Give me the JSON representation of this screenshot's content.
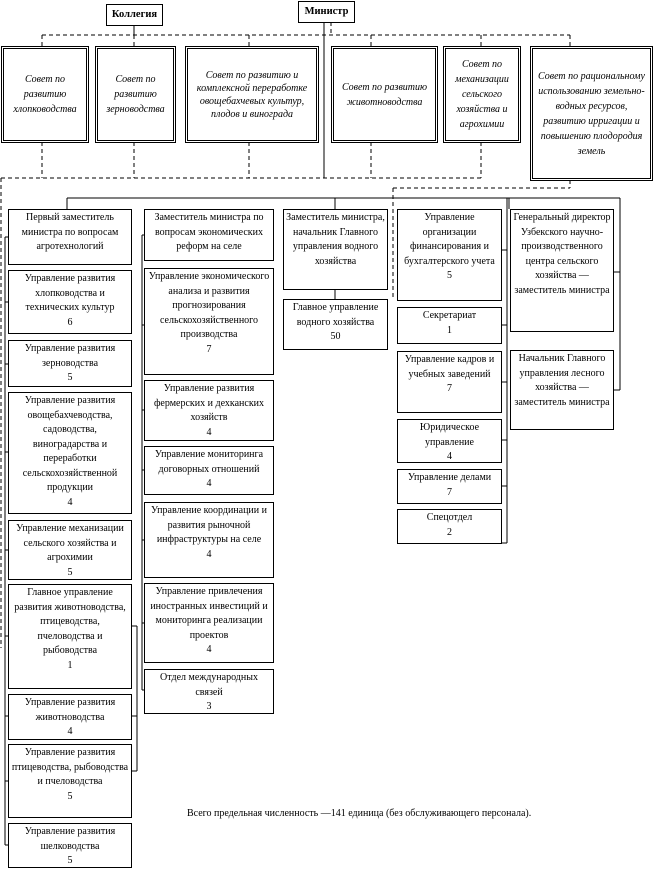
{
  "header": {
    "collegium": "Коллегия",
    "minister": "Министр"
  },
  "councils": [
    "Совет по развитию хлопководства",
    "Совет по развитию зерноводства",
    "Совет по развитию и комплексной переработке овощебахчевых культур, плодов и винограда",
    "Совет по развитию животноводства",
    "Совет по механизации сельского хозяйства и агрохимии",
    "Совет по рациональному использованию земельно-водных ресурсов, развитию ирригации и повышению плодородия земель"
  ],
  "col1": [
    {
      "name": "Первый заместитель министра по вопросам агротехнологий",
      "count": ""
    },
    {
      "name": "Управление развития хлопководства и технических культур",
      "count": "6"
    },
    {
      "name": "Управление развития зерноводства",
      "count": "5"
    },
    {
      "name": "Управление развития овощебахчеводства, садоводства, виноградарства и переработки сельскохозяйственной продукции",
      "count": "4"
    },
    {
      "name": "Управление механизации сельского хозяйства и агрохимии",
      "count": "5"
    },
    {
      "name": "Главное управление развития животноводства, птицеводства, пчеловодства и рыбоводства",
      "count": "1"
    },
    {
      "name": "Управление развития животноводства",
      "count": "4"
    },
    {
      "name": "Управление развития птицеводства, рыбоводства и пчеловодства",
      "count": "5"
    },
    {
      "name": "Управление развития шелководства",
      "count": "5"
    }
  ],
  "col2": [
    {
      "name": "Заместитель министра по вопросам экономических реформ на селе",
      "count": ""
    },
    {
      "name": "Управление экономического анализа и развития прогнозирования сельскохозяйственного производства",
      "count": "7"
    },
    {
      "name": "Управление развития фермерских и дехканских хозяйств",
      "count": "4"
    },
    {
      "name": "Управление мониторинга договорных отношений",
      "count": "4"
    },
    {
      "name": "Управление координации и развития рыночной инфраструктуры на селе",
      "count": "4"
    },
    {
      "name": "Управление привлечения иностранных инвестиций и мониторинга реализации проектов",
      "count": "4"
    },
    {
      "name": "Отдел международных связей",
      "count": "3"
    }
  ],
  "col3": [
    {
      "name": "Заместитель министра, начальник Главного управления водного хозяйства",
      "count": ""
    },
    {
      "name": "Главное управление водного хозяйства",
      "count": "50"
    }
  ],
  "col4": [
    {
      "name": "Управление организации финансирования и бухгалтерского учета",
      "count": "5"
    },
    {
      "name": "Секретариат",
      "count": "1"
    },
    {
      "name": "Управление кадров и учебных заведений",
      "count": "7"
    },
    {
      "name": "Юридическое управление",
      "count": "4"
    },
    {
      "name": "Управление делами",
      "count": "7"
    },
    {
      "name": "Спецотдел",
      "count": "2"
    }
  ],
  "col5": [
    {
      "name": "Генеральный директор Узбекского научно-производственного центра сельского хозяйства — заместитель министра",
      "count": ""
    },
    {
      "name": "Начальник Главного управления лесного хозяйства — заместитель министра",
      "count": ""
    }
  ],
  "footnote": "Всего предельная численность —141 единица (без обслуживающего персонала)."
}
